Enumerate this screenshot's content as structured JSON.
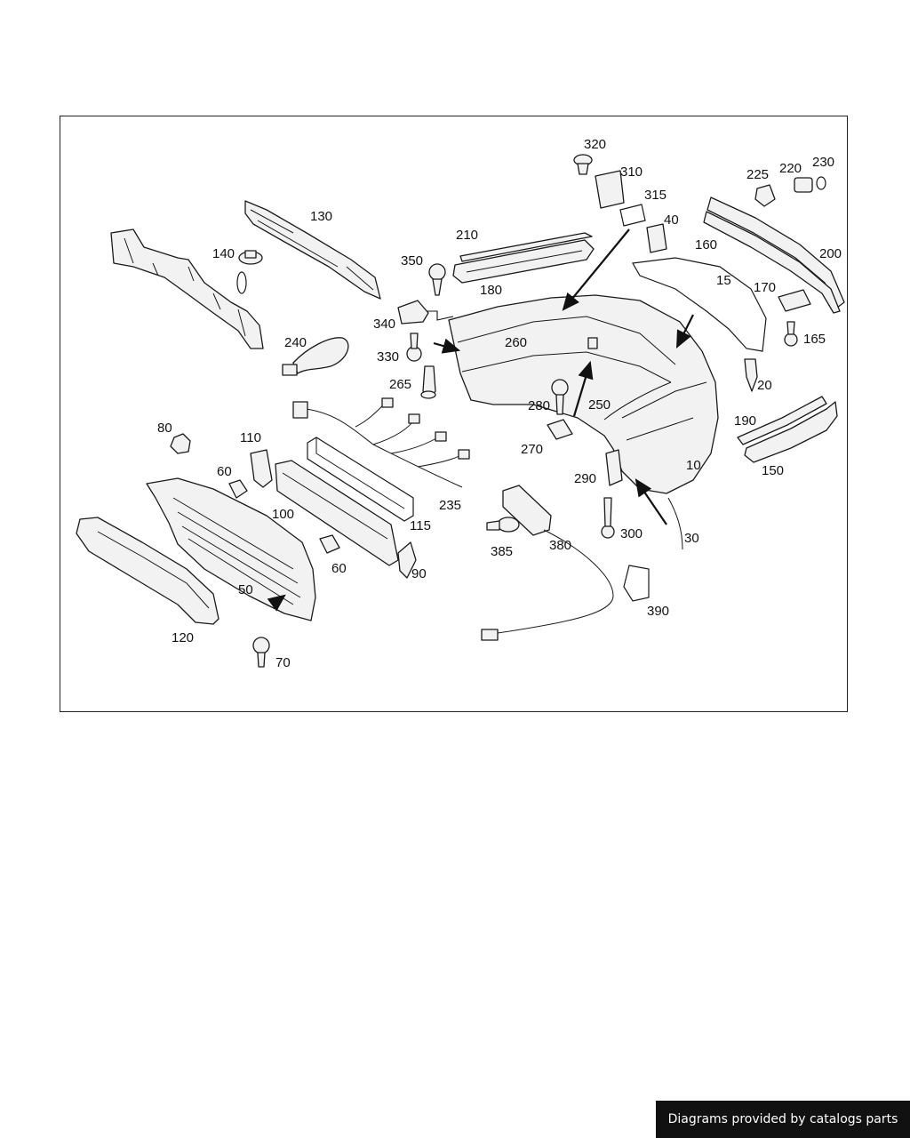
{
  "diagram": {
    "callouts": [
      "10",
      "15",
      "20",
      "30",
      "40",
      "50",
      "60",
      "60",
      "70",
      "80",
      "90",
      "100",
      "110",
      "115",
      "120",
      "130",
      "140",
      "150",
      "160",
      "165",
      "170",
      "180",
      "190",
      "200",
      "210",
      "220",
      "225",
      "230",
      "235",
      "240",
      "250",
      "260",
      "265",
      "270",
      "280",
      "290",
      "300",
      "310",
      "315",
      "320",
      "330",
      "340",
      "350",
      "380",
      "385",
      "390"
    ]
  },
  "footer": {
    "credit": "Diagrams provided by catalogs parts"
  }
}
